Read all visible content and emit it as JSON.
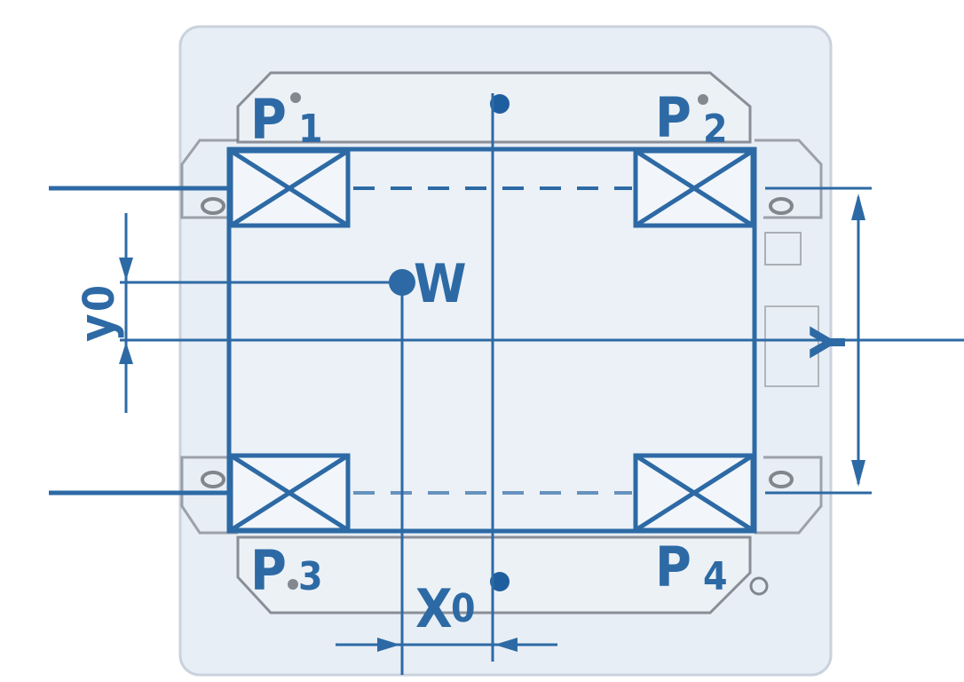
{
  "colors": {
    "accent": "#2d6aa5",
    "background_plate": "#e8eef5",
    "plate_outline": "#c9d2dd",
    "machine_line": "#5c6168",
    "bolt": "#1f5e9e"
  },
  "labels": {
    "p1_letter": "P",
    "p1_index": "1",
    "p2_letter": "P",
    "p2_index": "2",
    "p3_letter": "P",
    "p3_index": "3",
    "p4_letter": "P",
    "p4_index": "4",
    "w": "W",
    "y0_letter": "y",
    "y0_index": "0",
    "x0_letter": "X",
    "x0_index": "0",
    "y": "Y"
  }
}
